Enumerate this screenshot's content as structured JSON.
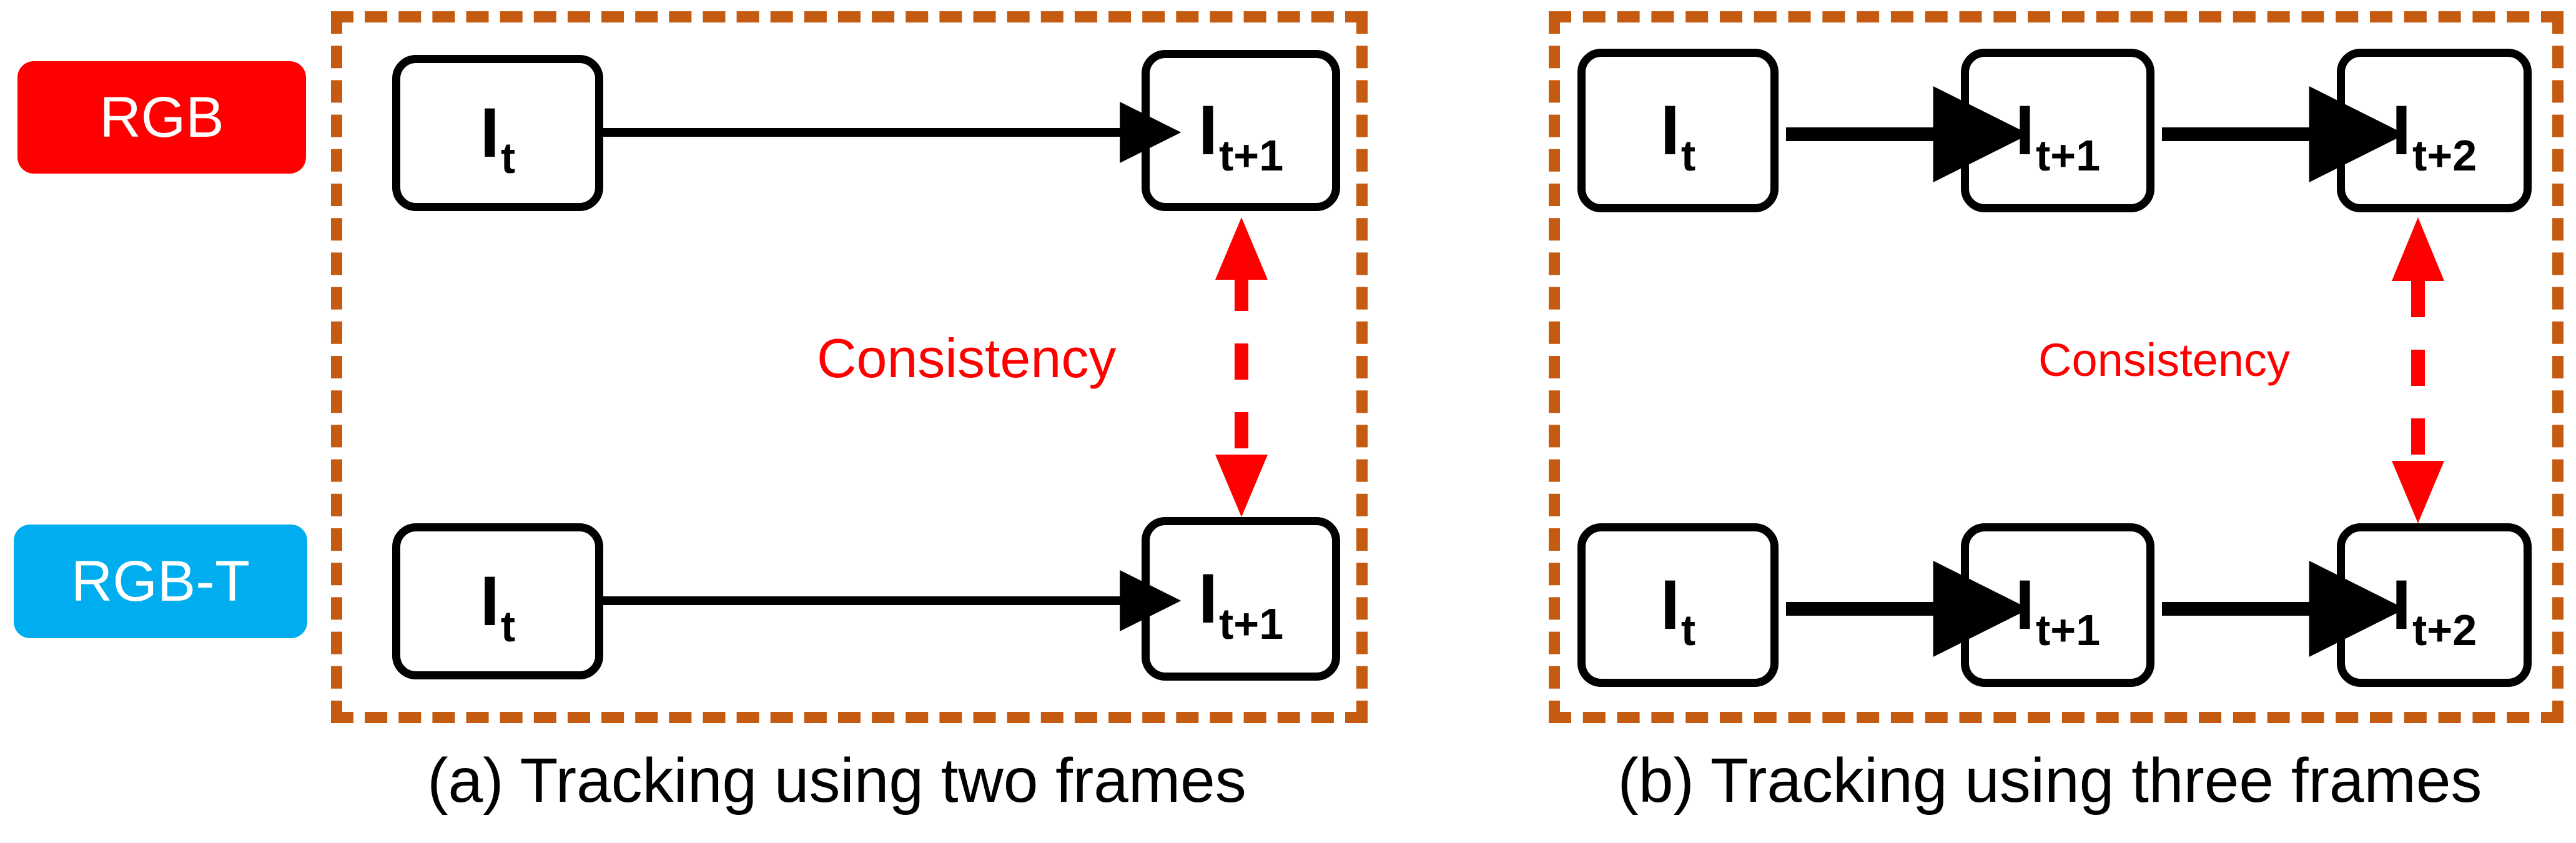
{
  "figure": {
    "colors": {
      "rgb_tag_bg": "#FF0000",
      "rgbt_tag_bg": "#00AEEF",
      "group_border": "#C55A11",
      "consistency": "#FF0000",
      "frame_border": "#000000",
      "flow_arrow": "#000000",
      "background": "#FFFFFF"
    },
    "modality_tags": [
      {
        "id": "rgb",
        "label": "RGB"
      },
      {
        "id": "rgb-t",
        "label": "RGB-T"
      }
    ],
    "panels": [
      {
        "id": "a",
        "caption": "(a) Tracking using two frames",
        "consistency_label": "Consistency",
        "rows": [
          {
            "modality": "RGB",
            "frames": [
              {
                "base": "I",
                "sub": "t"
              },
              {
                "base": "I",
                "sub": "t+1"
              }
            ]
          },
          {
            "modality": "RGB-T",
            "frames": [
              {
                "base": "I",
                "sub": "t"
              },
              {
                "base": "I",
                "sub": "t+1"
              }
            ]
          }
        ]
      },
      {
        "id": "b",
        "caption": "(b) Tracking using three frames",
        "consistency_label": "Consistency",
        "rows": [
          {
            "modality": "RGB",
            "frames": [
              {
                "base": "I",
                "sub": "t"
              },
              {
                "base": "I",
                "sub": "t+1"
              },
              {
                "base": "I",
                "sub": "t+2"
              }
            ]
          },
          {
            "modality": "RGB-T",
            "frames": [
              {
                "base": "I",
                "sub": "t"
              },
              {
                "base": "I",
                "sub": "t+1"
              },
              {
                "base": "I",
                "sub": "t+2"
              }
            ]
          }
        ]
      }
    ]
  }
}
